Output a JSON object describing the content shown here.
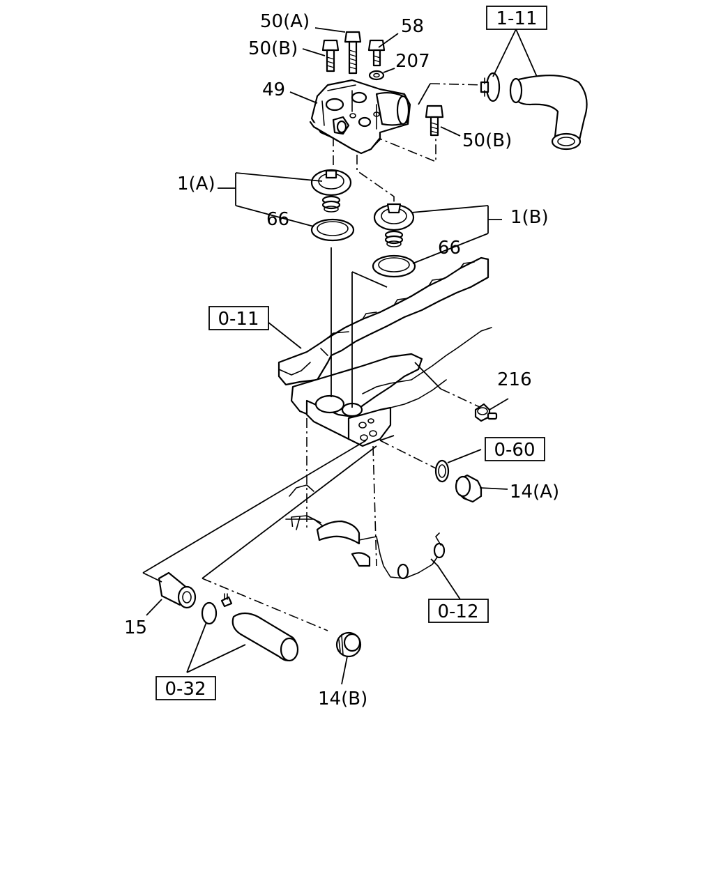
{
  "labels": {
    "p50a": "50(A)",
    "p58": "58",
    "p50b_top": "50(B)",
    "p207": "207",
    "p49": "49",
    "p50b_right": "50(B)",
    "p1a": "1(A)",
    "p66_left": "66",
    "p1b": "1(B)",
    "p66_right": "66",
    "p216": "216",
    "p14a": "14(A)",
    "p15": "15",
    "p14b": "14(B)"
  },
  "refs": {
    "r1_11": "1-11",
    "r0_11": "0-11",
    "r0_60": "0-60",
    "r0_12": "0-12",
    "r0_32": "0-32"
  },
  "colors": {
    "line": "#000000",
    "background": "#ffffff"
  }
}
